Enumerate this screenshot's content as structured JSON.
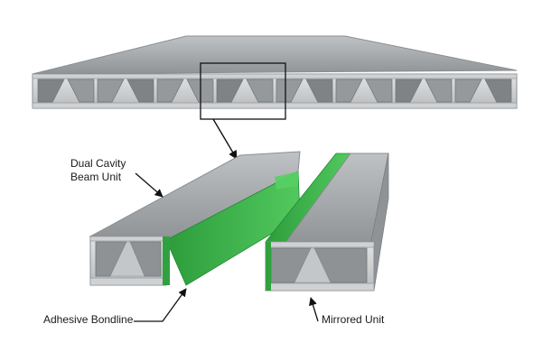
{
  "labels": {
    "dual_cavity_line1": "Dual Cavity",
    "dual_cavity_line2": "Beam Unit",
    "adhesive_bondline": "Adhesive Bondline",
    "mirrored_unit": "Mirrored Unit"
  },
  "colors": {
    "panel_top": "#a9acaf",
    "panel_front": "#d6d8da",
    "panel_web": "#9a9ea2",
    "panel_dark": "#6f7377",
    "bondline_green": "#3cb54a",
    "bondline_dark": "#1f8a33",
    "leader": "#111111"
  }
}
